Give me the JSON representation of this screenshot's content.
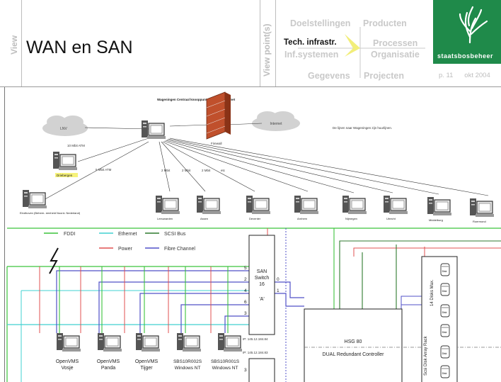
{
  "header": {
    "side_label": "View",
    "title": "WAN en SAN",
    "viewpoint_label": "View point(s)",
    "viewpoints": {
      "doelstellingen": "Doelstellingen",
      "producten": "Producten",
      "tech_infrastr": "Tech. infrastr.",
      "processen": "Processen",
      "inf_systemen": "Inf.systemen",
      "organisatie": "Organisatie",
      "gegevens": "Gegevens",
      "projecten": "Projecten"
    },
    "brand": "staatsbosbeheer",
    "page": "p. 11",
    "date": "okt 2004"
  },
  "wan": {
    "hub_label": "Wageningen Centraal knooppunt van het AGRO-net",
    "firewall_label": "Firewall",
    "cloud_left": "LNV",
    "cloud_right": "Internet",
    "note": "De lijnen naar Wageningen zijn huurlijnen.",
    "link_labels": {
      "atm10": "10 Mbit ATM",
      "atm5": "5 Mbit ATM",
      "l2a": "2 Mbit",
      "l2b": "2 Mbit",
      "l2c": "2 Mbit",
      "l2d": "etc"
    },
    "sites": {
      "driebergen": "Driebergen",
      "eindhoven": "Eindhoven (Beheer- eenheid Noord- Nederland)",
      "s1": "Leeuwarden",
      "s2": "Assen",
      "s3": "Deventer",
      "s4": "Arnhem",
      "s5": "Nijmegen",
      "s6": "Utrecht",
      "s7": "Middelburg",
      "s8": "Roermond"
    }
  },
  "san": {
    "legend": {
      "fddi": "FDDI",
      "ethernet": "Ethernet",
      "scsi": "SCSI Bus",
      "power": "Power",
      "fibre": "Fibre Channel"
    },
    "colors": {
      "fddi": "#3cc43c",
      "ethernet": "#40d0d0",
      "scsi": "#2f7a2f",
      "power": "#e05050",
      "fibre": "#5050c8"
    },
    "switch": {
      "line1": "SAN",
      "line2": "Switch",
      "line3": "16",
      "line4": "'A'"
    },
    "switch_ports_left": {
      "p5": "5",
      "p2": "2",
      "p4": "4",
      "p6": "6",
      "p3": "3"
    },
    "switch_ports_right": {
      "p0": "0",
      "p1": "1"
    },
    "ip1": "IP: 145.12.184.84",
    "ip2": "IP: 145.12.184.83",
    "port_low": "3",
    "hsg": {
      "line1": "HSG 80",
      "line2": "DUAL Redundant Controller"
    },
    "rack": {
      "label": "Scsi Disk Array Rack",
      "max": "14 Disks Max."
    },
    "disks": [
      "Disk",
      "Disk",
      "Disk",
      "Disk",
      "Disk",
      "Disk"
    ],
    "servers": {
      "s1a": "OpenVMS",
      "s1b": "Vosje",
      "s2a": "OpenVMS",
      "s2b": "Panda",
      "s3a": "OpenVMS",
      "s3b": "Tijger",
      "s4a": "SBS10R002S",
      "s4b": "Windows NT",
      "s5a": "SBS10R001S",
      "s5b": "Windows NT"
    }
  }
}
